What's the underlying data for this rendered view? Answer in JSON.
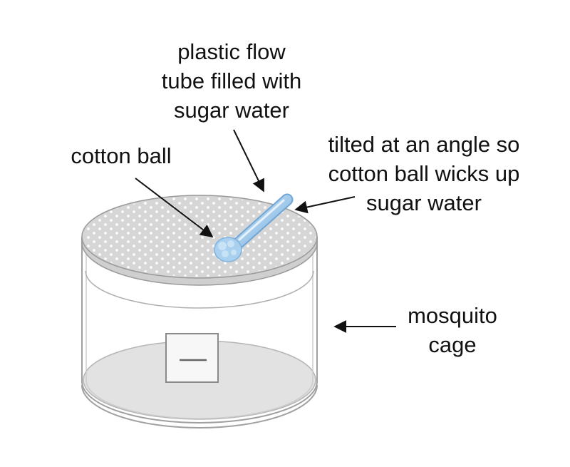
{
  "labels": {
    "tube": [
      "plastic flow",
      "tube filled with",
      "sugar water"
    ],
    "cotton_ball": [
      "cotton ball"
    ],
    "tilted": [
      "tilted at an angle so",
      "cotton ball wicks up",
      "sugar water"
    ],
    "cage": [
      "mosquito",
      "cage"
    ]
  },
  "colors": {
    "cage_outline": "#9a9a9a",
    "lid_fill": "#d6d6d6",
    "lid_holes": "#ffffff",
    "floor_fill": "#e2e2e2",
    "tube_fill": "#8fbfe6",
    "tube_highlight": "#cfe6f8",
    "cotton_fill": "#a9d0ef",
    "arrow": "#111111"
  }
}
